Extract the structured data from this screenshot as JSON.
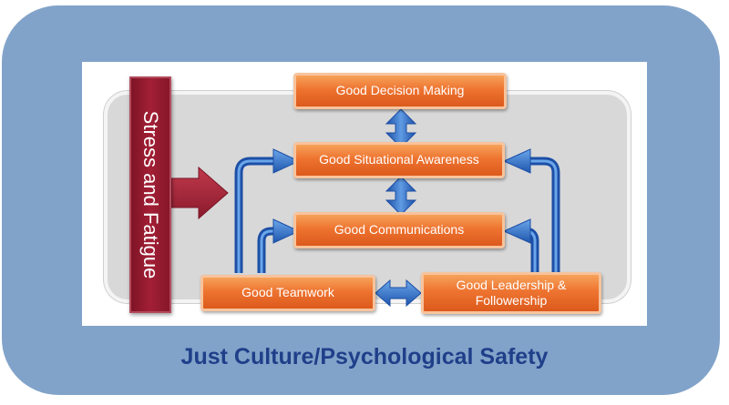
{
  "boxes": {
    "decision": "Good Decision Making",
    "awareness": "Good Situational Awareness",
    "communications": "Good Communications",
    "teamwork": "Good Teamwork",
    "leadership": "Good Leadership & Followership"
  },
  "side_label": "Stress and Fatigue",
  "footer": "Just Culture/Psychological Safety",
  "colors": {
    "frame": "#82a3c9",
    "box_orange": "#ee7330",
    "stress_red": "#a31f35",
    "arrow_blue": "#2f6fc9",
    "footer_text": "#1f3f8a"
  }
}
